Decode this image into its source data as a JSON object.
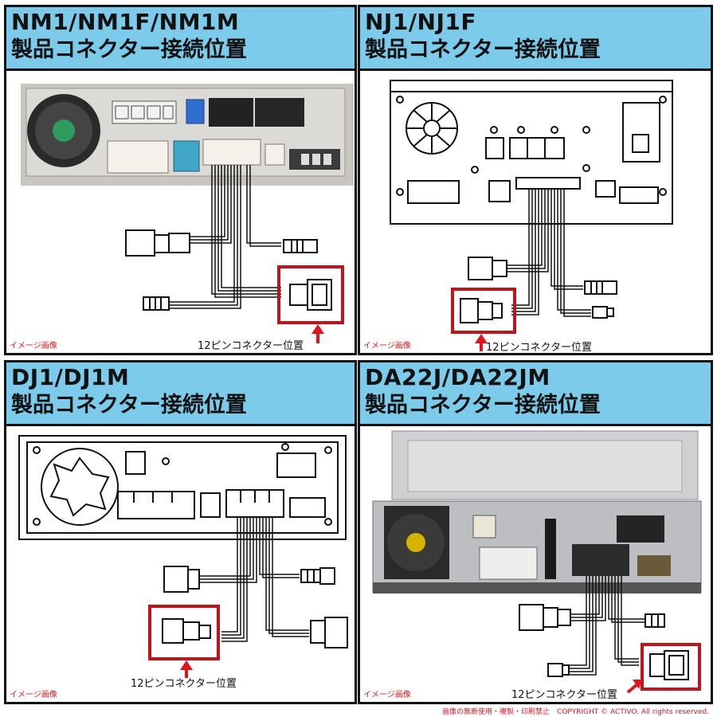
{
  "panels": [
    {
      "model": "NM1/NM1F/NM1M",
      "subtitle": "製品コネクター接続位置",
      "image_note": "イメージ画像",
      "pin_note": "12ピンコネクター位置"
    },
    {
      "model": "NJ1/NJ1F",
      "subtitle": "製品コネクター接続位置",
      "image_note": "イメージ画像",
      "pin_note": "12ピンコネクター位置"
    },
    {
      "model": "DJ1/DJ1M",
      "subtitle": "製品コネクター接続位置",
      "image_note": "イメージ画像",
      "pin_note": "12ピンコネクター位置"
    },
    {
      "model": "DA22J/DA22JM",
      "subtitle": "製品コネクター接続位置",
      "image_note": "イメージ画像",
      "pin_note": "12ピンコネクター位置"
    }
  ],
  "copyright": "画像の無断使用・複製・印刷禁止　COPYRIGHT © ACTIVO. All rights reserved.",
  "colors": {
    "header": "#7ccbea",
    "highlight": "#c0141c",
    "note": "#e0141e"
  }
}
